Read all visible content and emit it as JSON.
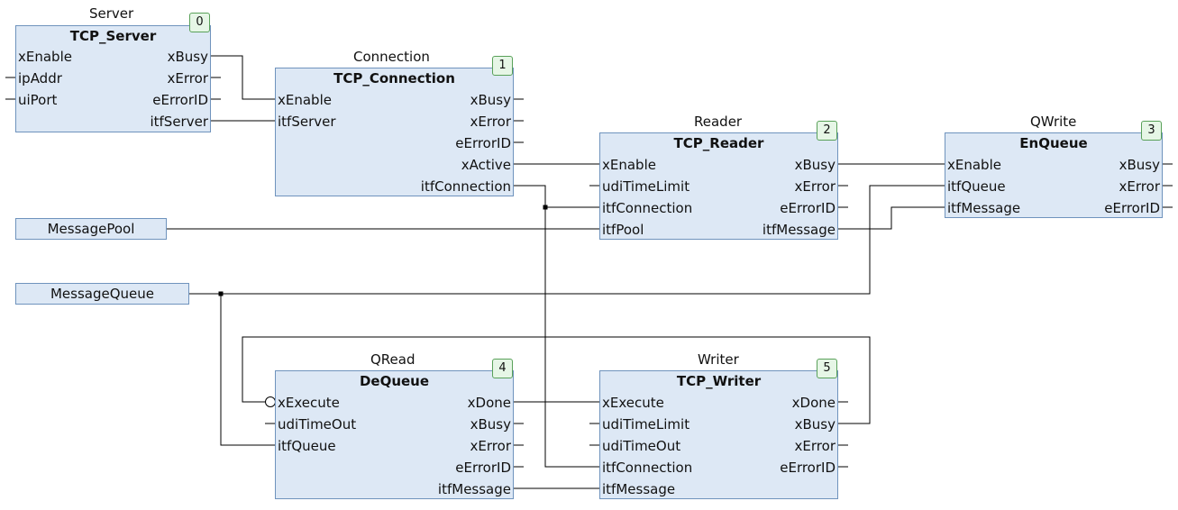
{
  "blocks": {
    "server": {
      "instance": "Server",
      "type": "TCP_Server",
      "number": "0",
      "inputs": [
        "xEnable",
        "ipAddr",
        "uiPort"
      ],
      "outputs": [
        "xBusy",
        "xError",
        "eErrorID",
        "itfServer"
      ]
    },
    "connection": {
      "instance": "Connection",
      "type": "TCP_Connection",
      "number": "1",
      "inputs": [
        "xEnable",
        "itfServer"
      ],
      "outputs": [
        "xBusy",
        "xError",
        "eErrorID",
        "xActive",
        "itfConnection"
      ]
    },
    "reader": {
      "instance": "Reader",
      "type": "TCP_Reader",
      "number": "2",
      "inputs": [
        "xEnable",
        "udiTimeLimit",
        "itfConnection",
        "itfPool"
      ],
      "outputs": [
        "xBusy",
        "xError",
        "eErrorID",
        "itfMessage"
      ]
    },
    "qwrite": {
      "instance": "QWrite",
      "type": "EnQueue",
      "number": "3",
      "inputs": [
        "xEnable",
        "itfQueue",
        "itfMessage"
      ],
      "outputs": [
        "xBusy",
        "xError",
        "eErrorID"
      ]
    },
    "qread": {
      "instance": "QRead",
      "type": "DeQueue",
      "number": "4",
      "inputs": [
        "xExecute",
        "udiTimeOut",
        "itfQueue"
      ],
      "outputs": [
        "xDone",
        "xBusy",
        "xError",
        "eErrorID",
        "itfMessage"
      ]
    },
    "writer": {
      "instance": "Writer",
      "type": "TCP_Writer",
      "number": "5",
      "inputs": [
        "xExecute",
        "udiTimeLimit",
        "udiTimeOut",
        "itfConnection",
        "itfMessage"
      ],
      "outputs": [
        "xDone",
        "xBusy",
        "xError",
        "eErrorID"
      ]
    }
  },
  "variables": {
    "message_pool": "MessagePool",
    "message_queue": "MessageQueue"
  },
  "colors": {
    "block_fill": "#dde8f5",
    "block_border": "#6f93bd",
    "number_fill": "#e6f6e6",
    "number_border": "#59a159",
    "wire": "#000000"
  }
}
